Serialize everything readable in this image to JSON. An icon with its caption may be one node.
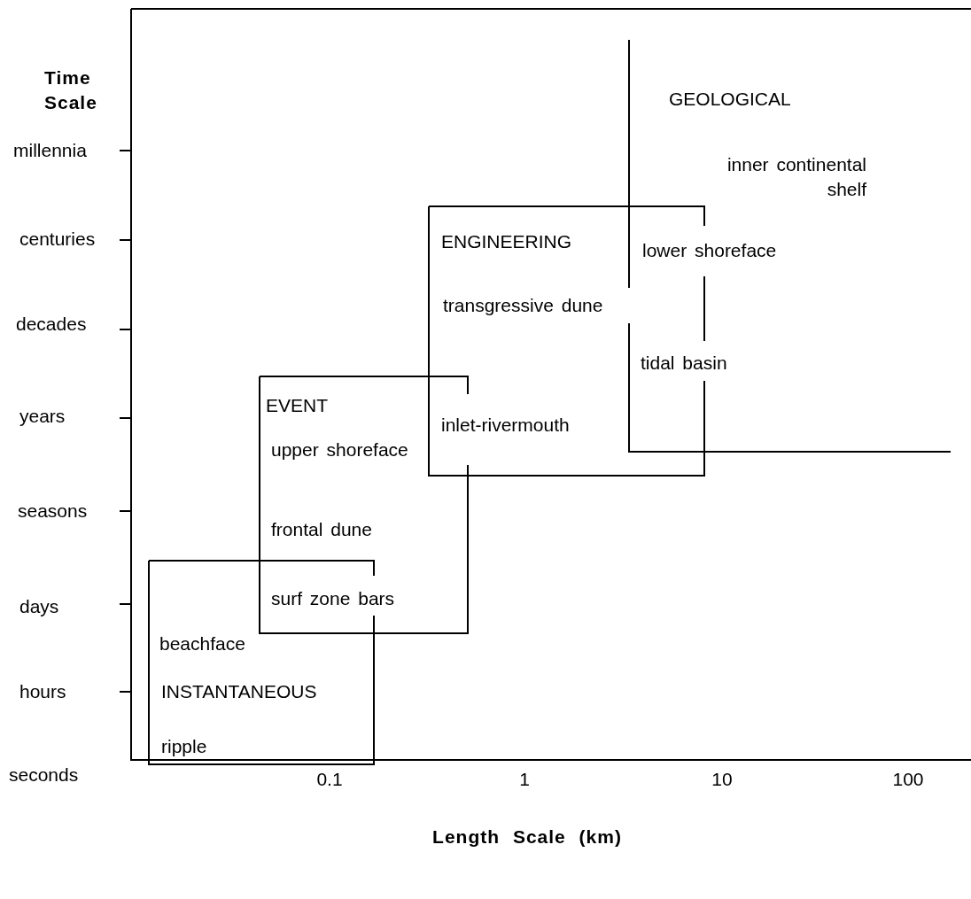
{
  "diagram": {
    "nodes": [
      {
        "text": [
          "GEOLOGICAL"
        ]
      },
      {
        "text": [
          "ENGINEERING"
        ]
      },
      {
        "text": [
          "EVENT"
        ]
      },
      {
        "text": [
          "INSTANTANEOUS"
        ]
      }
    ],
    "labels": [
      "Time Scale",
      "millennia",
      "inner continental shelf",
      "centuries",
      "lower shoreface",
      "transgressive dune",
      "decades",
      "tidal basin",
      "years",
      "inlet-rivermouth",
      "upper shoreface",
      "seasons",
      "frontal dune",
      "days",
      "surf zone bars",
      "beachface",
      "hours",
      "ripple",
      "seconds",
      "0.1",
      "1",
      "10",
      "100",
      "Length Scale (km)"
    ]
  }
}
